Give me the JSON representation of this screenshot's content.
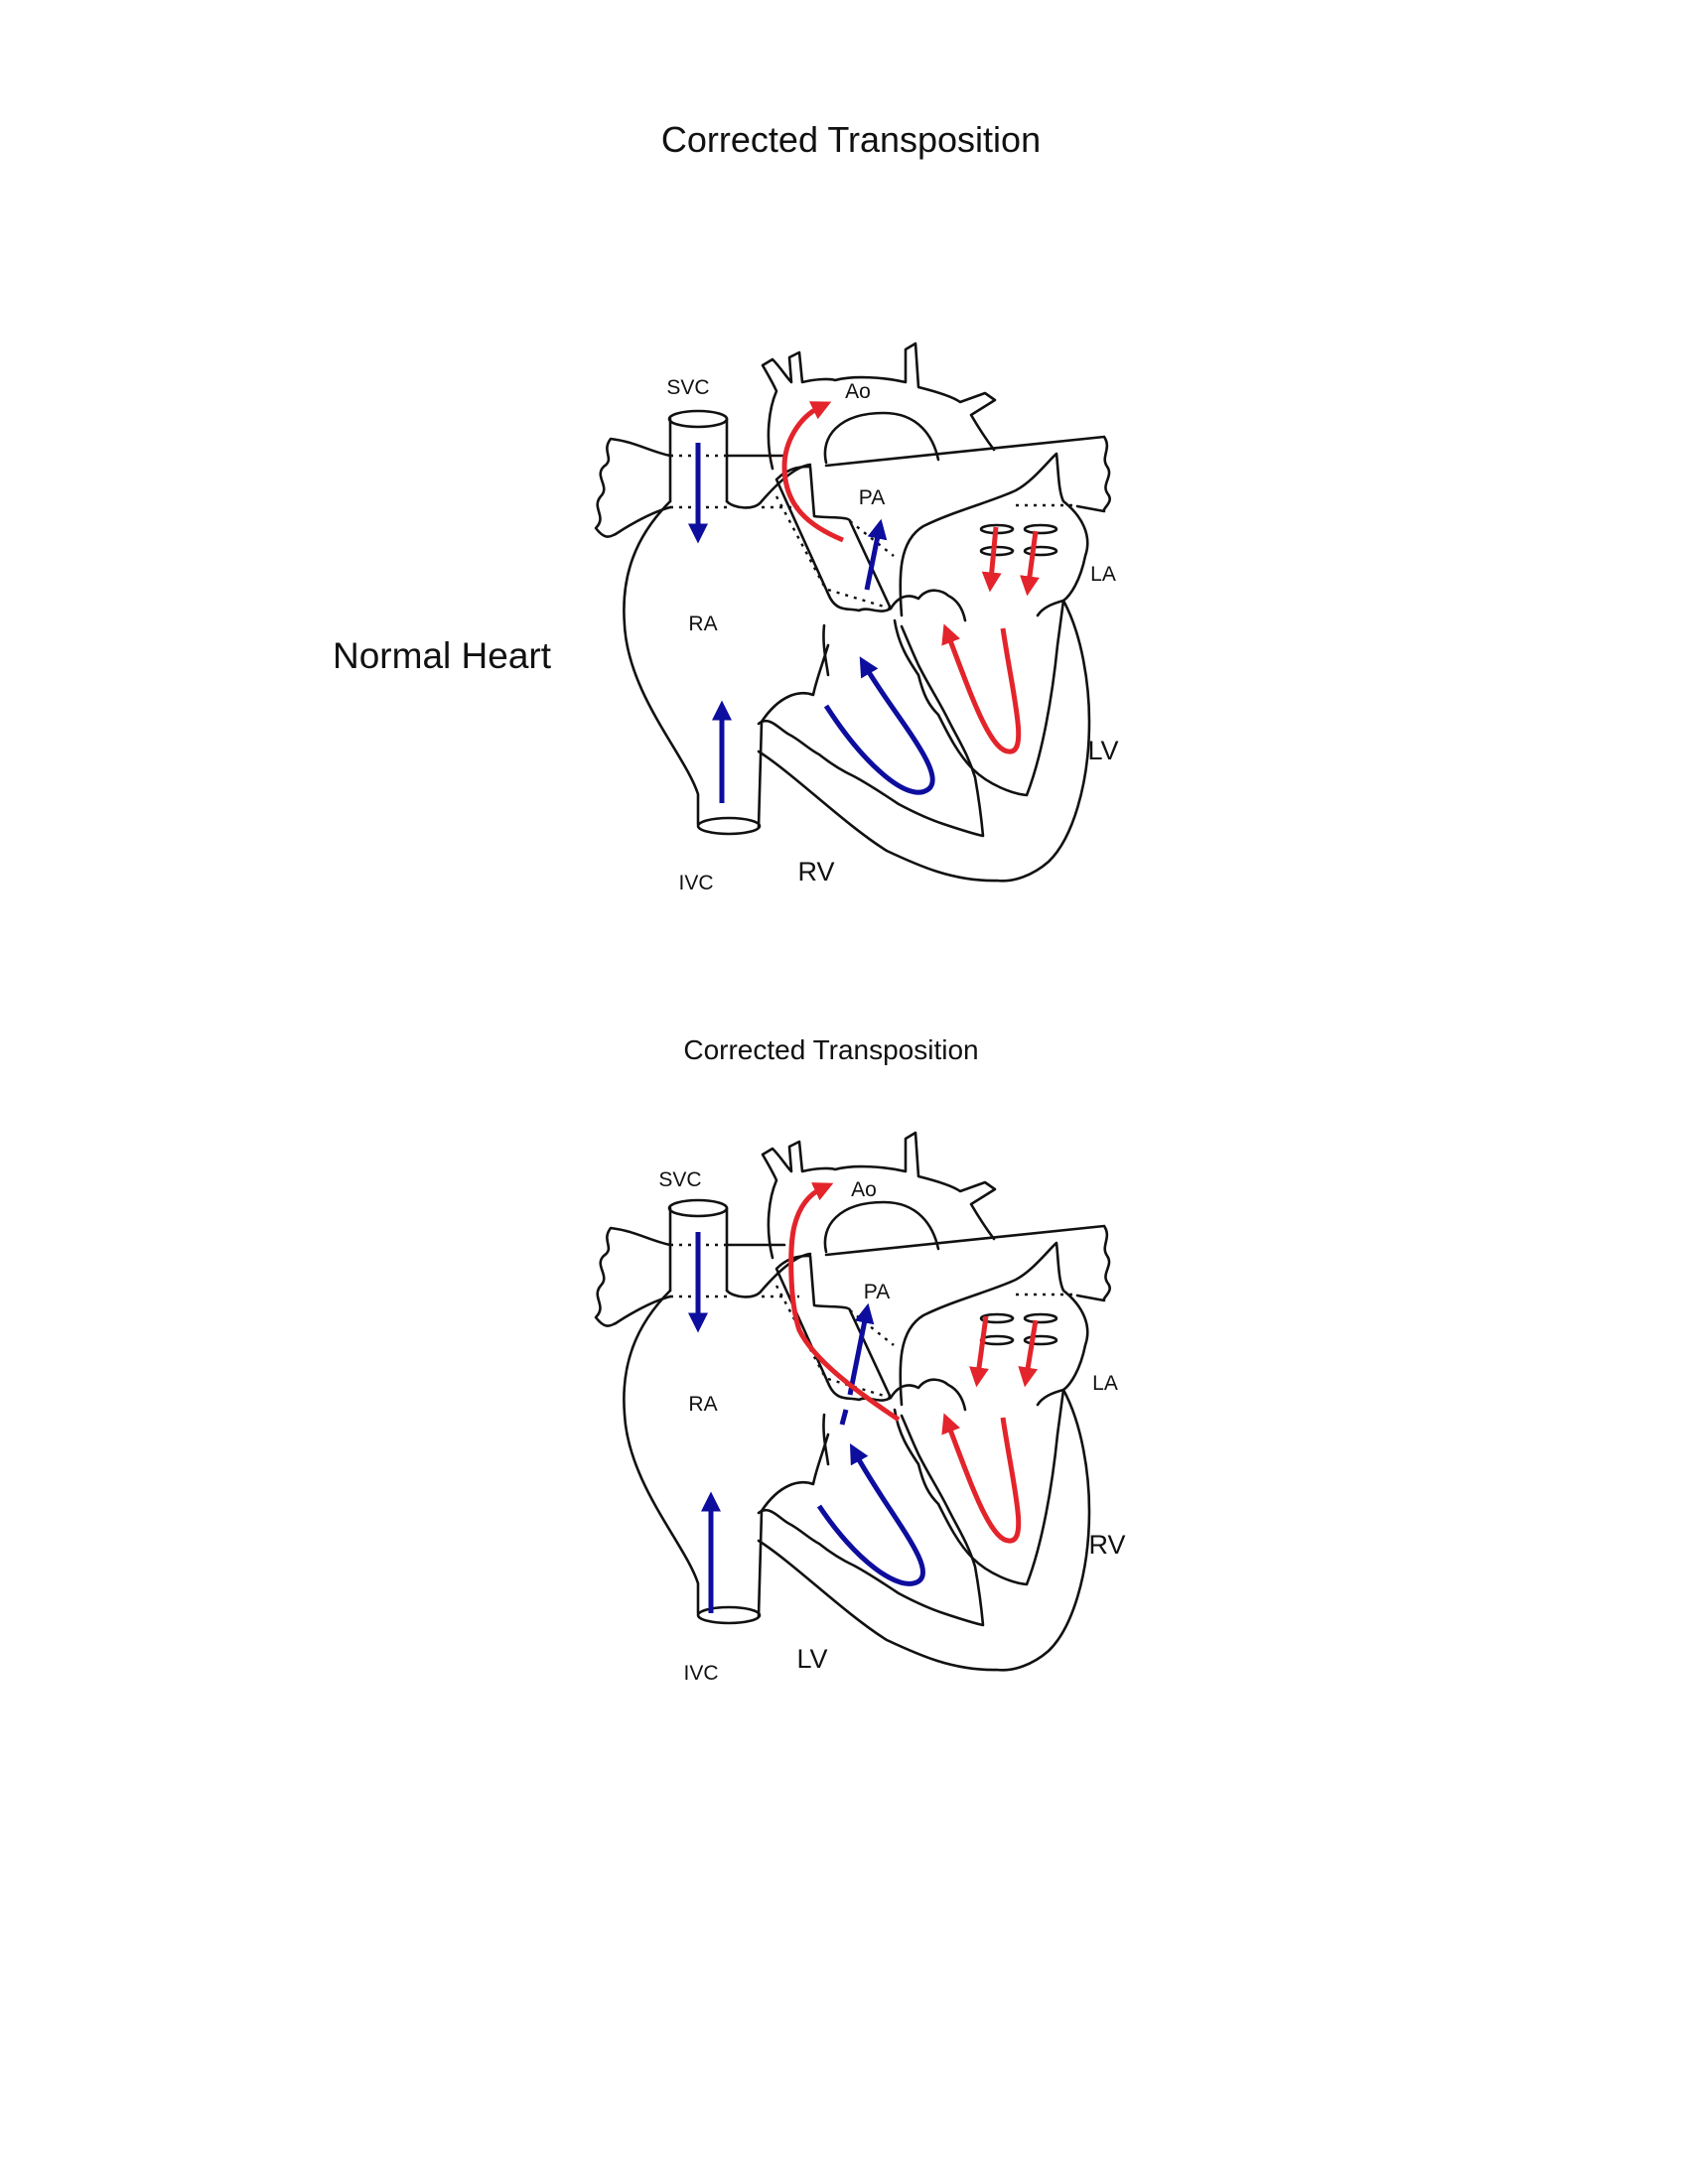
{
  "page": {
    "title": "Corrected Transposition",
    "normal_heart_label": "Normal Heart",
    "corrected_title": "Corrected Transposition"
  },
  "colors": {
    "oxygenated": "#e3242b",
    "deoxygenated": "#0d0d9e",
    "outline": "#111111"
  },
  "normal_heart": {
    "labels": {
      "svc": "SVC",
      "ao": "Ao",
      "pa": "PA",
      "la": "LA",
      "ra": "RA",
      "lv": "LV",
      "rv": "RV",
      "ivc": "IVC"
    }
  },
  "corrected_heart": {
    "labels": {
      "svc": "SVC",
      "ao": "Ao",
      "pa": "PA",
      "la": "LA",
      "ra": "RA",
      "rv": "RV",
      "lv": "LV",
      "ivc": "IVC"
    }
  }
}
